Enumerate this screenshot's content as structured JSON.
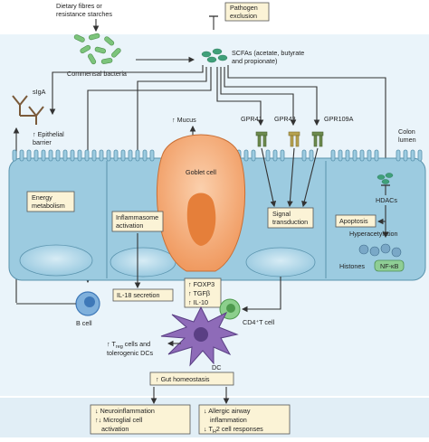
{
  "top": {
    "dietary_label_1": "Dietary fibres or",
    "dietary_label_2": "resistance starches",
    "commensal_label": "Commensal bacteria",
    "pathogen_label_1": "Pathogen",
    "pathogen_label_2": "exclusion",
    "scfa_label_1": "SCFAs (acetate, butyrate",
    "scfa_label_2": "and propionate)"
  },
  "lumen": {
    "siga_label": "sIgA",
    "epithelial_1": "↑ Epithelial",
    "epithelial_2": "barrier",
    "mucus_label": "↑ Mucus",
    "gpr41": "GPR41",
    "gpr43": "GPR43",
    "gpr109a": "GPR109A",
    "colon_1": "Colon",
    "colon_2": "lumen"
  },
  "epithelium": {
    "energy_1": "Energy",
    "energy_2": "metabolism",
    "inflammasome_1": "Inflammasome",
    "inflammasome_2": "activation",
    "goblet_label": "Goblet cell",
    "signal_1": "Signal",
    "signal_2": "transduction",
    "hdacs_label": "HDACs",
    "apoptosis_label": "Apoptosis",
    "hyperacetylation_label": "Hyperacetylation",
    "histones_label": "Histones",
    "nfkb_label": "NF-κB"
  },
  "immune": {
    "il18_label": "IL-18 secretion",
    "bcell_label": "B cell",
    "foxp3": "↑ FOXP3",
    "tgfb": "↑ TGFβ",
    "il10": "↑ IL-10",
    "cd4_label": "CD4⁺T cell",
    "dc_label": "DC",
    "treg_1": "↑ T",
    "treg_sub": "reg",
    "treg_1b": " cells and",
    "treg_2": "tolerogenic DCs",
    "gut_label": "↑ Gut homeostasis"
  },
  "outcomes": {
    "neuro_1": "↓ Neuroinflammation",
    "neuro_2": "↑↓ Microglial cell",
    "neuro_3": "activation",
    "allergy_1": "↓ Allergic airway",
    "allergy_2": "inflammation",
    "allergy_3a": "↓ T",
    "allergy_3sub": "H",
    "allergy_3b": "2 cell responses"
  },
  "colors": {
    "lumen_bg": "#eaf4fa",
    "epithelium": "#a9d4e6",
    "goblet_outer": "#f2a774",
    "goblet_nucleus": "#e57f3a",
    "bacteria": "#7cc47b",
    "receptor": "#6c8a4d",
    "dc": "#7a55a2",
    "bcell": "#3e78b8",
    "label_box": "#fbf3d6"
  }
}
